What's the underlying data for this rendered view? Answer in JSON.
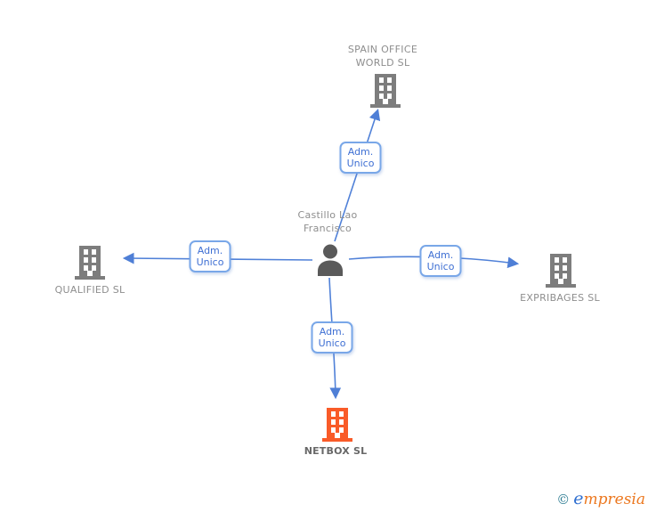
{
  "diagram": {
    "person": {
      "name": "Castillo Lao Francisco",
      "icon": "person-icon"
    },
    "companies": [
      {
        "name": "SPAIN OFFICE WORLD SL",
        "icon": "building-icon",
        "icon_color": "#7d7d7d",
        "highlighted": false
      },
      {
        "name": "QUALIFIED SL",
        "icon": "building-icon",
        "icon_color": "#7d7d7d",
        "highlighted": false
      },
      {
        "name": "EXPRIBAGES SL",
        "icon": "building-icon",
        "icon_color": "#7d7d7d",
        "highlighted": false
      },
      {
        "name": "NETBOX SL",
        "icon": "building-icon",
        "icon_color": "#f95b28",
        "highlighted": true
      }
    ],
    "edges": [
      {
        "from": "Castillo Lao Francisco",
        "to": "SPAIN OFFICE WORLD SL",
        "label": "Adm. Unico"
      },
      {
        "from": "Castillo Lao Francisco",
        "to": "QUALIFIED SL",
        "label": "Adm. Unico"
      },
      {
        "from": "Castillo Lao Francisco",
        "to": "EXPRIBAGES SL",
        "label": "Adm. Unico"
      },
      {
        "from": "Castillo Lao Francisco",
        "to": "NETBOX SL",
        "label": "Adm. Unico"
      }
    ]
  },
  "colors": {
    "edge_blue": "#5081d8",
    "edge_label_border": "#79a7e8",
    "edge_label_text": "#3e6fd3",
    "building_gray": "#7d7d7d",
    "building_orange": "#f95b28",
    "person_gray": "#5a5a5a",
    "label_gray": "#8e8e8e"
  },
  "footer": {
    "copyright_symbol": "©",
    "brand_initial": "e",
    "brand_rest": "mpresia"
  }
}
